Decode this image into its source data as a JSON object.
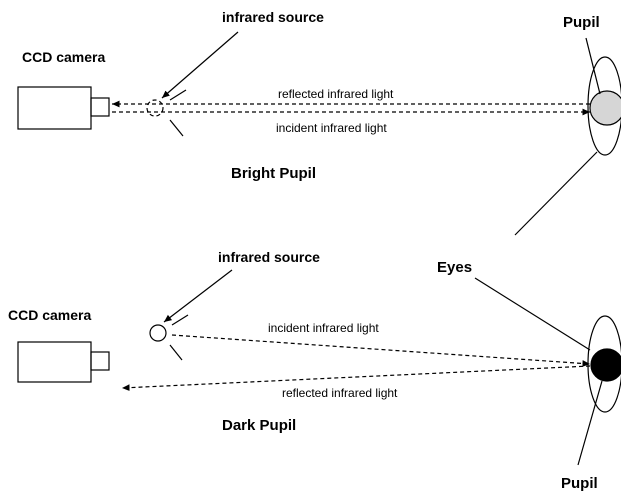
{
  "top": {
    "camera_label": "CCD camera",
    "source_label": "infrared source",
    "pupil_label": "Pupil",
    "reflected_label": "reflected infrared light",
    "incident_label": "incident infrared light",
    "caption": "Bright Pupil"
  },
  "bottom": {
    "camera_label": "CCD camera",
    "source_label": "infrared source",
    "pupil_label": "Pupil",
    "incident_label": "incident infrared light",
    "reflected_label": "reflected infrared light",
    "caption": "Dark Pupil"
  },
  "eyes_label": "Eyes"
}
